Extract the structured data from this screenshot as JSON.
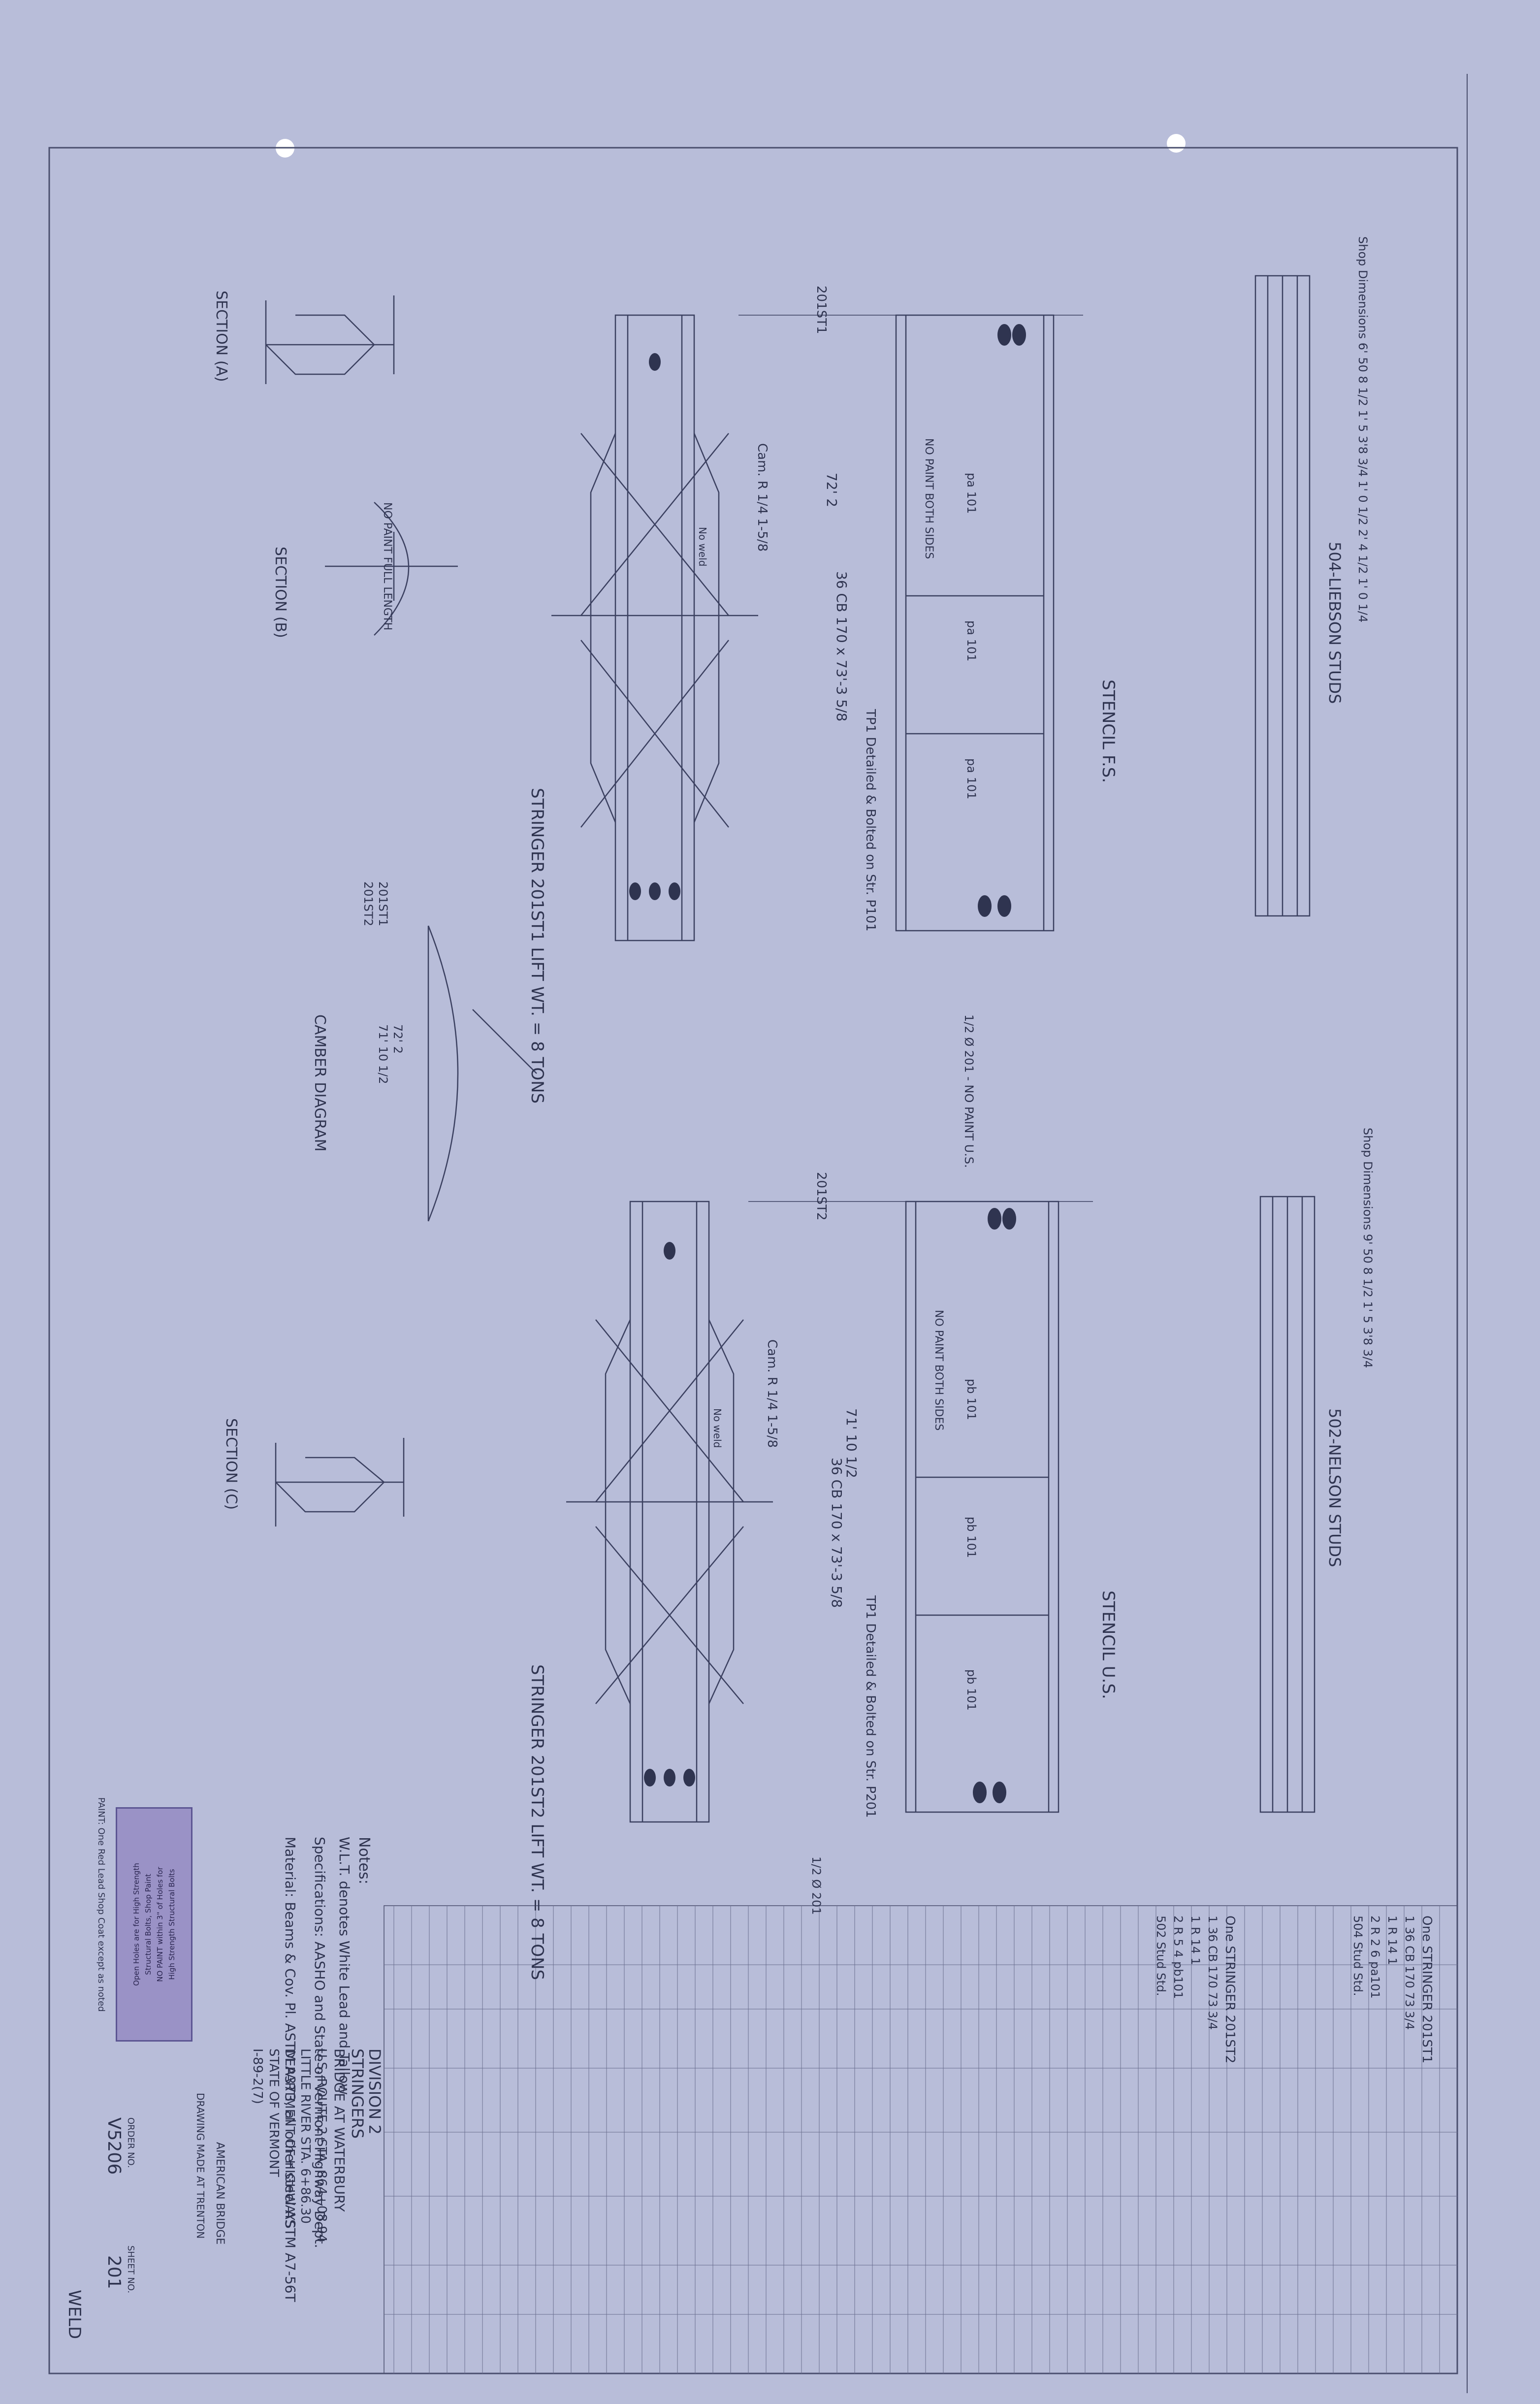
{
  "colors": {
    "paper": "#b8bdd9",
    "ink": "#2f3450",
    "stamp": "#9a92c6"
  },
  "upper_stringer": {
    "mark": "201ST1",
    "title": "STRINGER 201ST1 LIFT WT. = 8 TONS",
    "studs": "504-LIEBSON STUDS",
    "section_label": "36 CB 170 x 73'-3 5/8",
    "length": "72' 2",
    "camber": "Cam. R 1/4 1-5/8",
    "stencil": "STENCIL F.S.",
    "tp": "TP1 Detailed & Bolted on Str. P101",
    "tp_short": "TP1",
    "plates": [
      "pa 101",
      "pa 101",
      "pa 101"
    ],
    "no_paint": "NO PAINT BOTH SIDES",
    "no_paint_fill": "1/2 Ø 201 - NO PAINT U.S.",
    "shop_dims": "Shop Dimensions 6' 50 8 1/2 1' 5 3'8 3/4 1' 0 1/2 2' 4 1/2 1' 0 1/4",
    "no_weld": "No weld"
  },
  "lower_stringer": {
    "mark": "201ST2",
    "title": "STRINGER 201ST2 LIFT WT. = 8 TONS",
    "studs": "502-NELSON STUDS",
    "section_label": "36 CB 170 x 73'-3 5/8",
    "length": "71' 10 1/2",
    "camber": "Cam. R 1/4 1-5/8",
    "stencil": "STENCIL U.S.",
    "tp": "TP1 Detailed & Bolted on Str. P201",
    "tp_short": "TP1",
    "plates": [
      "pb 101",
      "pb 101",
      "pb 101"
    ],
    "no_paint": "NO PAINT BOTH SIDES",
    "no_paint_fill": "1/2 Ø 201",
    "shop_dims": "Shop Dimensions 9' 50 8 1/2 1' 5 3'8 3/4",
    "no_weld": "No weld"
  },
  "sections": {
    "a": "SECTION (A)",
    "b": "SECTION (B)",
    "c": "SECTION (C)",
    "no_paint_full": "NO PAINT FULL LENGTH"
  },
  "camber": {
    "title": "CAMBER DIAGRAM",
    "marks": [
      "201ST1",
      "201ST2"
    ],
    "dims": [
      "72' 2",
      "71' 10 1/2"
    ]
  },
  "notes": {
    "heading": "Notes:",
    "lines": [
      "W.L.T. denotes White Lead and Tallow",
      "Specifications: AASHO and State of Vermont Highway Dept.",
      "Material: Beams & Cov. Pl. ASTM A373, all other steel ASTM A7-56T"
    ]
  },
  "title_block": {
    "lines": [
      "DIVISION 2",
      "STRINGERS",
      "BRIDGE AT WATERBURY",
      "U.S. ROUTE 2   STA. 864+08.94",
      "LITTLE RIVER   STA. 6+86.30",
      "DEPARTMENT OF HIGHWAYS",
      "STATE OF VERMONT",
      "I-89-2(7)"
    ],
    "company": "AMERICAN BRIDGE",
    "drawing_made_at": "DRAWING MADE AT TRENTON",
    "order_no": "V5206",
    "sheet_no": "201",
    "drawing_no_label": "ORDER NO.",
    "sheet_label": "SHEET NO.",
    "weld": "WELD"
  },
  "stamp": {
    "lines": [
      "Open Holes are for High Strength",
      "Structural Bolts, Shop Paint",
      "NO PAINT within 3\" of Holes for",
      "High Strength Structural Bolts"
    ]
  },
  "paint_note": "PAINT: One Red Lead Shop Coat except as noted",
  "bill_of_material": {
    "rows": [
      "One STRINGER 201ST1",
      "1  36 CB 170  73 3/4",
      "1  R 14  1",
      "2  R 2 6  pa101",
      "504 Stud Std.",
      "One STRINGER 201ST2",
      "1  36 CB 170  73 3/4",
      "1  R 14  1",
      "2  R 5 4  pb101",
      "502 Stud Std."
    ]
  }
}
